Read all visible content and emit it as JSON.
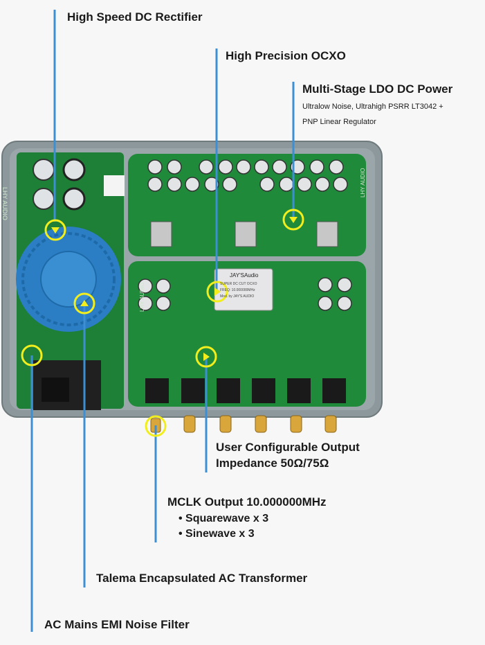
{
  "labels": {
    "rectifier": "High Speed DC Rectifier",
    "ocxo": "High Precision OCXO",
    "ldo_title": "Multi-Stage LDO DC Power",
    "ldo_sub1": "Ultralow Noise, Ultrahigh PSRR LT3042 +",
    "ldo_sub2": "PNP Linear Regulator",
    "impedance_1": "User Configurable Output",
    "impedance_2": "Impedance 50Ω/75Ω",
    "mclk_title": "MCLK Output 10.000000MHz",
    "mclk_bullets": [
      "Squarewave x 3",
      "Sinewave x 3"
    ],
    "transformer": "Talema Encapsulated AC Transformer",
    "emi": "AC Mains EMI Noise Filter"
  },
  "board_text": {
    "brand_left": "LHY AUDIO",
    "brand_right": "LHY AUDIO",
    "brand_mid": "LHY AUDIO",
    "ocxo_brand": "JAY'SAudio",
    "ocxo_line1": "SUPER DC CUT OCXO",
    "ocxo_line2": "FREQ: 10.000000MHz",
    "ocxo_line3": "Mod. by JAY'S AUDIO"
  },
  "colors": {
    "leader": "#3d8fd4",
    "marker": "#f2ee1e",
    "pcb": "#1f8a3a",
    "transformer": "#2b7ec3"
  }
}
